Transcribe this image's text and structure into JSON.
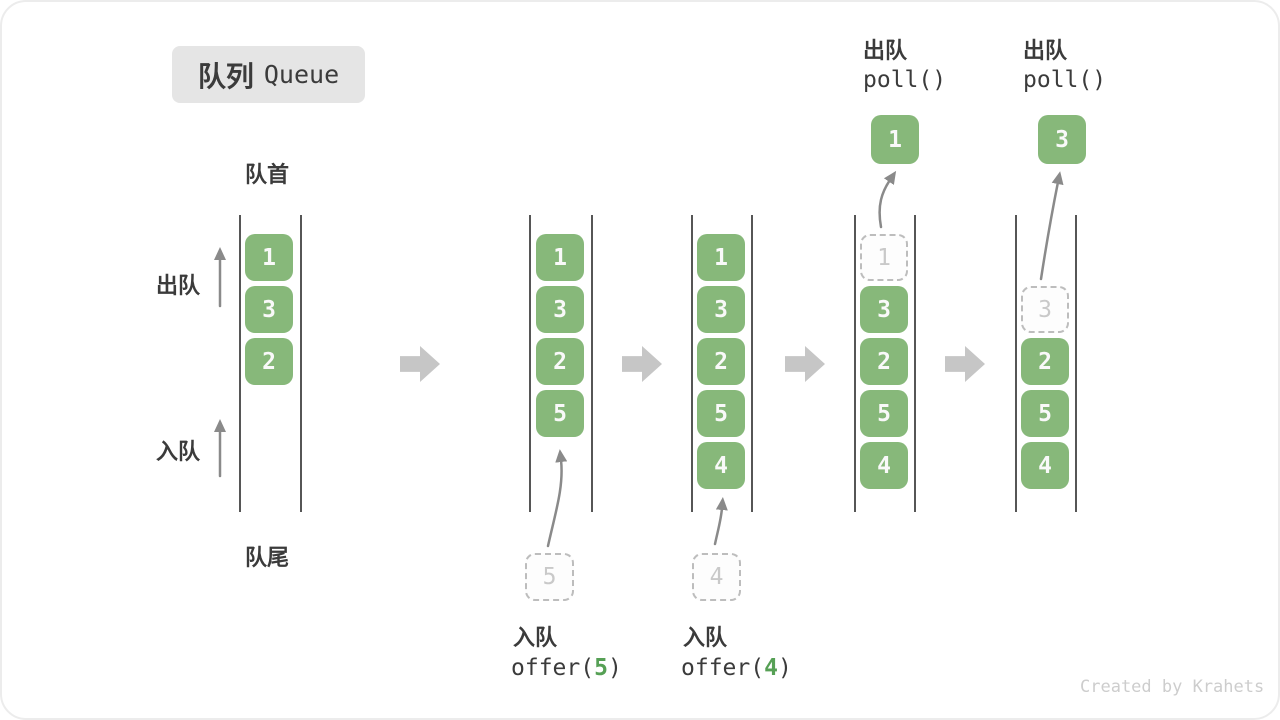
{
  "title": {
    "zh": "队列",
    "en": "Queue"
  },
  "side_labels": {
    "front": "队首",
    "rear": "队尾",
    "dequeue": "出队",
    "enqueue": "入队"
  },
  "watermark": "Created by Krahets",
  "colors": {
    "box_green": "#87b87a",
    "box_text": "#f9f9f9",
    "accent_green": "#56a055",
    "text_dark": "#3b3b3b",
    "wall": "#565656",
    "arrow_gray": "#8a8a8a",
    "block_arrow": "#c6c6c6",
    "dashed_border": "#bdbdbd",
    "dashed_text": "#c9c9c9",
    "dashed_bg": "#fdfdfd",
    "title_bg": "#e5e5e5",
    "watermark": "#cdcdcd"
  },
  "diagram": {
    "states": [
      {
        "slots": [
          {
            "v": "1"
          },
          {
            "v": "3"
          },
          {
            "v": "2"
          }
        ]
      },
      {
        "slots": [
          {
            "v": "1"
          },
          {
            "v": "3"
          },
          {
            "v": "2"
          },
          {
            "v": "5"
          }
        ],
        "pending": "5",
        "op": {
          "zh": "入队",
          "pre": "offer(",
          "arg": "5",
          "post": ")"
        }
      },
      {
        "slots": [
          {
            "v": "1"
          },
          {
            "v": "3"
          },
          {
            "v": "2"
          },
          {
            "v": "5"
          },
          {
            "v": "4"
          }
        ],
        "pending": "4",
        "op": {
          "zh": "入队",
          "pre": "offer(",
          "arg": "4",
          "post": ")"
        }
      },
      {
        "slots": [
          {
            "v": "1",
            "removed": true
          },
          {
            "v": "3"
          },
          {
            "v": "2"
          },
          {
            "v": "5"
          },
          {
            "v": "4"
          }
        ],
        "popped": "1",
        "op": {
          "zh": "出队",
          "fn": "poll()"
        }
      },
      {
        "slots": [
          {
            "v": "3",
            "removed": true
          },
          {
            "v": "2"
          },
          {
            "v": "5"
          },
          {
            "v": "4"
          }
        ],
        "popped": "3",
        "op": {
          "zh": "出队",
          "fn": "poll()"
        }
      }
    ]
  }
}
